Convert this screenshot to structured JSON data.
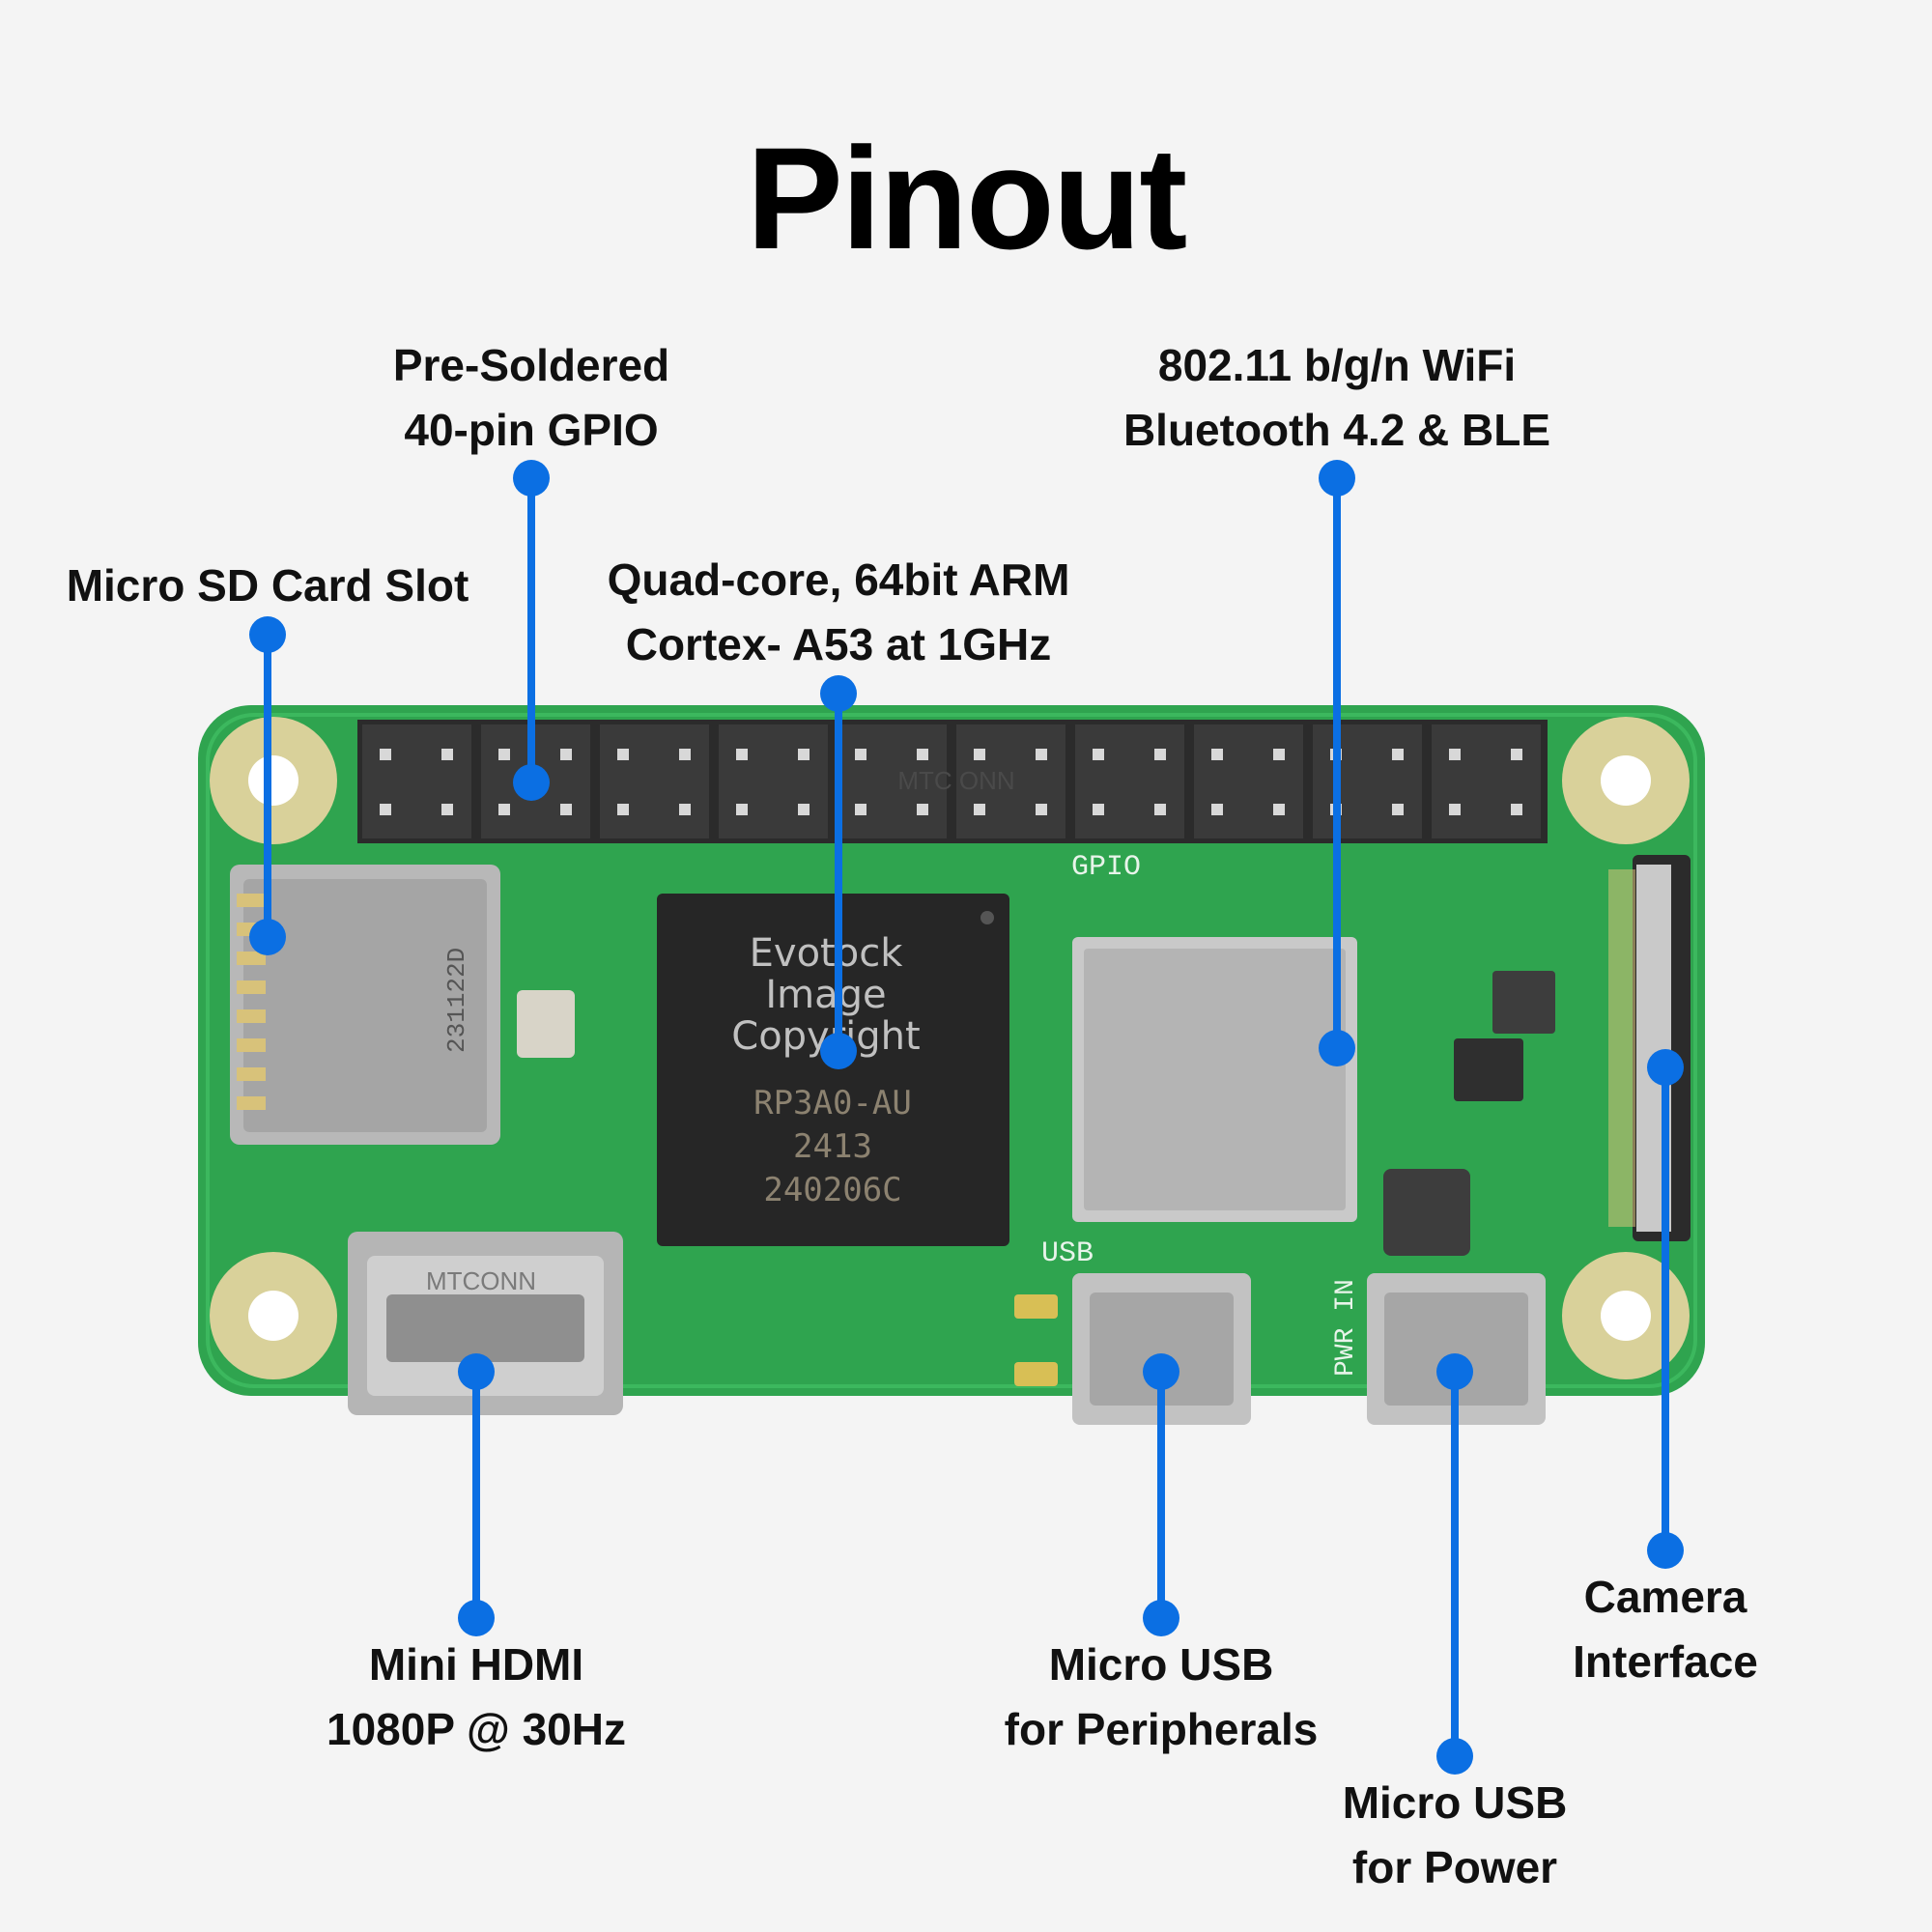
{
  "title": "Pinout",
  "accent_color": "#0b6fe3",
  "board_color": "#2fa44f",
  "labels": {
    "gpio": [
      "Pre-Soldered",
      "40-pin GPIO"
    ],
    "wifi": [
      "802.11 b/g/n WiFi",
      "Bluetooth 4.2 & BLE"
    ],
    "sd": [
      "Micro SD Card Slot"
    ],
    "cpu": [
      "Quad-core, 64bit ARM",
      "Cortex- A53 at 1GHz"
    ],
    "hdmi": [
      "Mini HDMI",
      "1080P @ 30Hz"
    ],
    "usb_peripherals": [
      "Micro USB",
      "for Peripherals"
    ],
    "camera": [
      "Camera",
      "Interface"
    ],
    "usb_power": [
      "Micro USB",
      "for Power"
    ]
  },
  "board_text": {
    "watermark": [
      "Evotock",
      "Image",
      "Copyright"
    ],
    "chip": [
      "RP3A0-AU",
      "2413",
      "240206C"
    ],
    "gpio_silk": "GPIO",
    "header_brand": "MTC ONN",
    "hdmi_brand": "MTCONN",
    "usb_silk": "USB",
    "pwr_silk": "PWR IN",
    "sd_code": "231122D"
  }
}
